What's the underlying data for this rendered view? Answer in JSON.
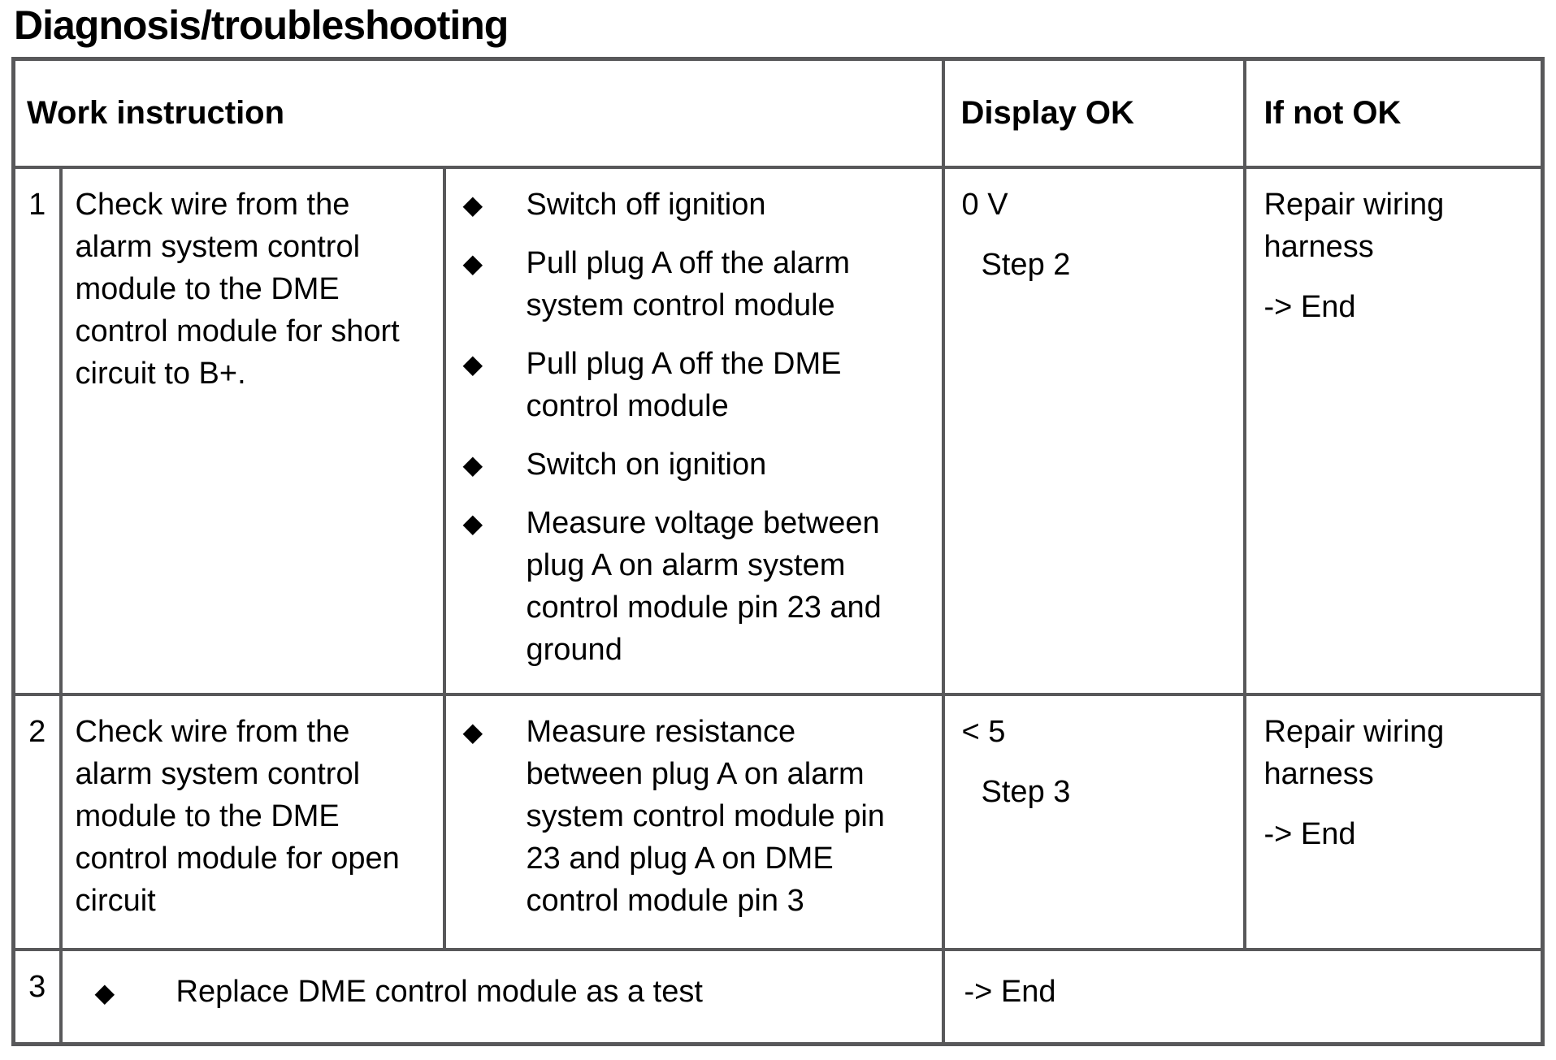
{
  "page_title": "Diagnosis/troubleshooting",
  "colors": {
    "border": "#58585a",
    "text": "#000000",
    "background": "#ffffff"
  },
  "table": {
    "bullet_char": "◆",
    "headers": {
      "work_instruction": "Work instruction",
      "display_ok": "Display OK",
      "if_not_ok": "If not OK"
    },
    "rows": [
      {
        "num": "1",
        "description": "Check wire from the alarm system control module to the DME control module for short circuit to B+.",
        "steps": [
          "Switch off ignition",
          "Pull plug A off the alarm system control module",
          "Pull plug A off the DME control module",
          "Switch on ignition",
          "Measure voltage between plug A on alarm system control module pin 23 and ground"
        ],
        "display_ok_value": "0 V",
        "display_ok_next": "Step 2",
        "if_not_ok_action": "Repair wiring harness",
        "if_not_ok_result": "-> End"
      },
      {
        "num": "2",
        "description": "Check wire from the alarm system control module to the DME control module for open circuit",
        "steps": [
          "Measure resistance between plug A on alarm system control module pin 23 and plug A on DME control module pin 3"
        ],
        "display_ok_value": "< 5",
        "display_ok_next": "Step 3",
        "if_not_ok_action": "Repair wiring harness",
        "if_not_ok_result": "-> End"
      },
      {
        "num": "3",
        "merged_instruction": "Replace DME control module as a test",
        "merged_result": "-> End"
      }
    ]
  }
}
